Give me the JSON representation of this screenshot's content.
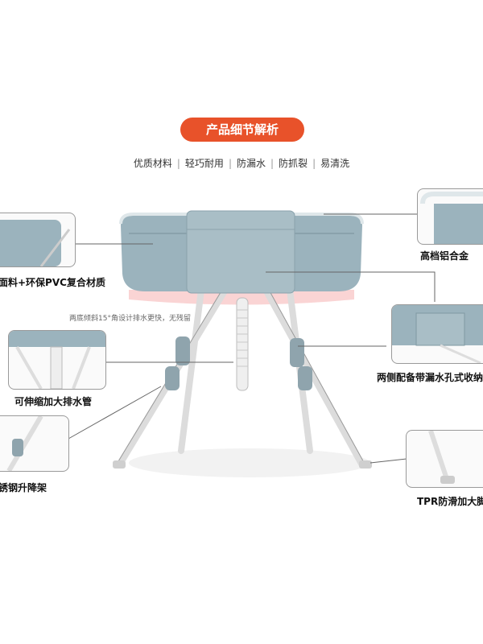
{
  "header": {
    "title": "产品细节解析"
  },
  "features": [
    "优质材料",
    "轻巧耐用",
    "防漏水",
    "防抓裂",
    "易清洗"
  ],
  "callouts": {
    "fabric": "面料+环保PVC复合材质",
    "aluminum": "高档铝合金",
    "drain_pipe": "可伸缩加大排水管",
    "side_pocket": "两侧配备带漏水孔式收纳",
    "lift_frame": "锈钢升降架",
    "foot_pad": "TPR防滑加大脚"
  },
  "note": "两底倾斜15°角设计排水更快，无残留",
  "colors": {
    "accent": "#e8522a",
    "tub": "#9bb3bd",
    "tub_dark": "#7f98a3",
    "frame": "#e6e6e6"
  }
}
